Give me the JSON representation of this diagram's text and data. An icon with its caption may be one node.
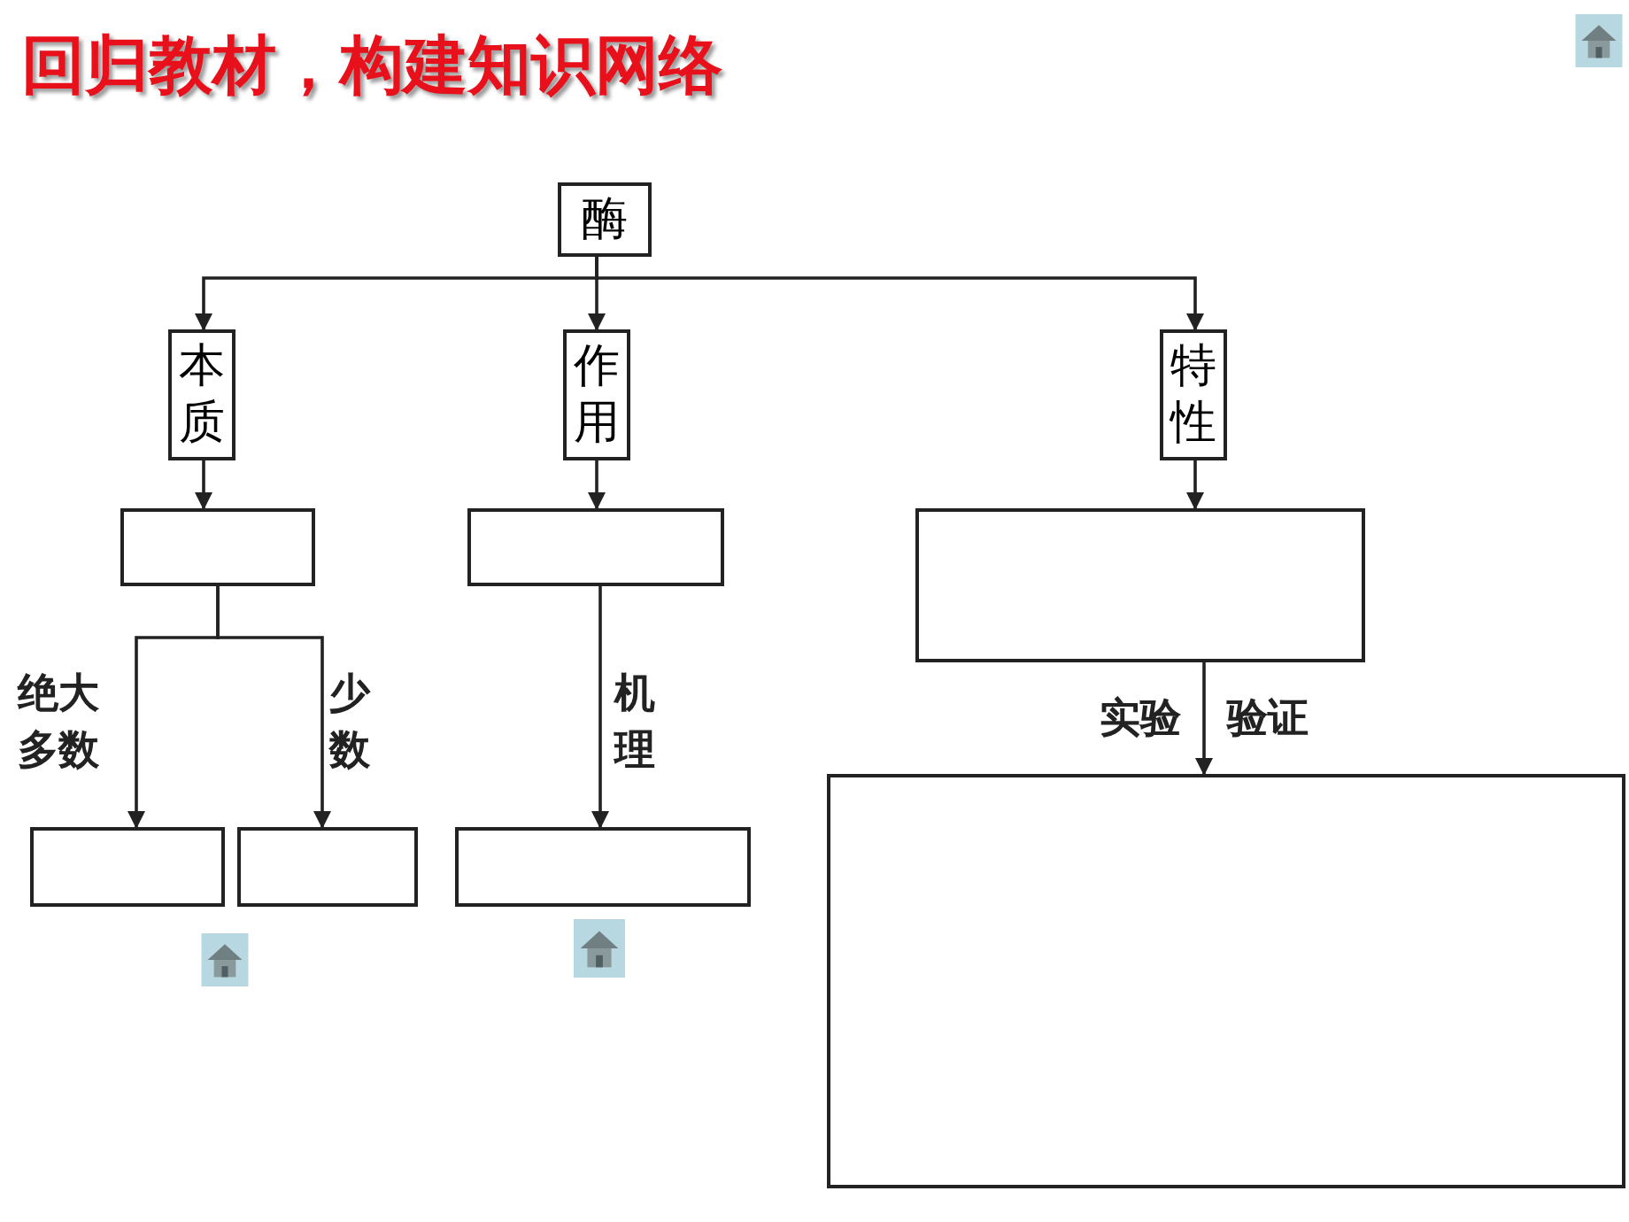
{
  "diagram": {
    "title": "回归教材，构建知识网络",
    "nodes": [
      {
        "text": [
          "酶"
        ]
      },
      {
        "text": [
          "本质"
        ]
      },
      {
        "text": [
          "作用"
        ]
      },
      {
        "text": [
          "特性"
        ]
      },
      {
        "text": [],
        "shape": "box"
      },
      {
        "text": [],
        "shape": "box"
      },
      {
        "text": [],
        "shape": "box"
      },
      {
        "text": [],
        "shape": "box"
      },
      {
        "text": [],
        "shape": "box"
      },
      {
        "text": [],
        "shape": "box"
      },
      {
        "text": [],
        "shape": "box"
      }
    ],
    "edges": [
      {
        "from": 0,
        "to": 1,
        "arrow": "to"
      },
      {
        "from": 0,
        "to": 2,
        "arrow": "to"
      },
      {
        "from": 0,
        "to": 3,
        "arrow": "to"
      },
      {
        "from": 1,
        "to": 4,
        "arrow": "to"
      },
      {
        "from": 2,
        "to": 5,
        "arrow": "to"
      },
      {
        "from": 3,
        "to": 6,
        "arrow": "to"
      },
      {
        "from": 4,
        "to": 7,
        "arrow": "to",
        "label": "绝大多数"
      },
      {
        "from": 4,
        "to": 8,
        "arrow": "to",
        "label": "少数"
      },
      {
        "from": 5,
        "to": 9,
        "arrow": "to",
        "label": "机理"
      },
      {
        "from": 6,
        "to": 10,
        "arrow": "to",
        "label": "实验 验证"
      }
    ]
  }
}
